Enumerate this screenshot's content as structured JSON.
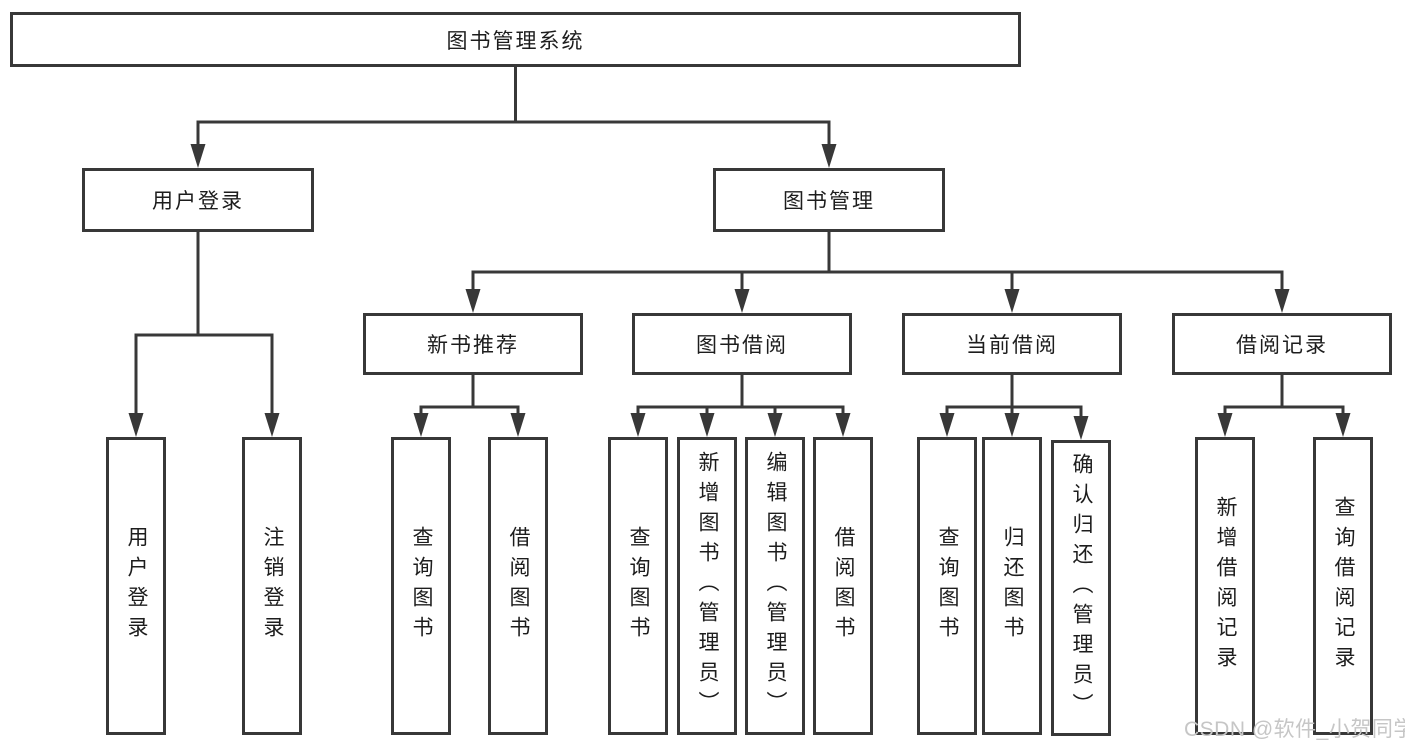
{
  "tree": {
    "label": "图书管理系统",
    "children": [
      {
        "label": "用户登录",
        "children": [
          {
            "label": "用户登录"
          },
          {
            "label": "注销登录"
          }
        ]
      },
      {
        "label": "图书管理",
        "children": [
          {
            "label": "新书推荐",
            "children": [
              {
                "label": "查询图书"
              },
              {
                "label": "借阅图书"
              }
            ]
          },
          {
            "label": "图书借阅",
            "children": [
              {
                "label": "查询图书"
              },
              {
                "label": "新增图书（管理员）"
              },
              {
                "label": "编辑图书（管理员）"
              },
              {
                "label": "借阅图书"
              }
            ]
          },
          {
            "label": "当前借阅",
            "children": [
              {
                "label": "查询图书"
              },
              {
                "label": "归还图书"
              },
              {
                "label": "确认归还（管理员）"
              }
            ]
          },
          {
            "label": "借阅记录",
            "children": [
              {
                "label": "新增借阅记录"
              },
              {
                "label": "查询借阅记录"
              }
            ]
          }
        ]
      }
    ]
  },
  "watermark": {
    "text": "CSDN @软件_小贺同学"
  },
  "colors": {
    "line": "#383838",
    "text": "#1d1d1d",
    "background": "#ffffff",
    "watermark": "#c6c6c6"
  }
}
